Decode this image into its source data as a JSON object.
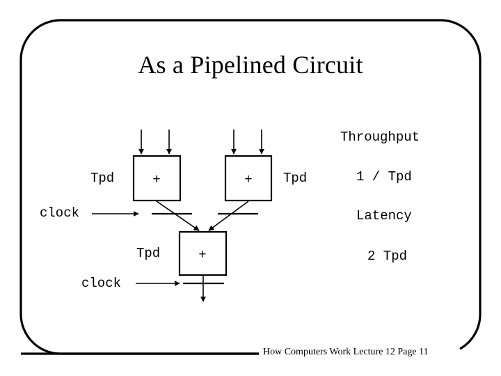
{
  "slide": {
    "title": "As a Pipelined Circuit",
    "footer": "How Computers Work Lecture 12 Page 11",
    "ink_color": "#000000",
    "background_color": "#ffffff"
  },
  "diagram": {
    "adder_symbol": "+",
    "stage1": {
      "left_adder_label": "+",
      "right_adder_label": "+",
      "delay_label_left": "Tpd",
      "delay_label_right": "Tpd",
      "clock_label": "clock"
    },
    "stage2": {
      "adder_label": "+",
      "delay_label": "Tpd",
      "clock_label": "clock"
    }
  },
  "metrics": {
    "throughput_title": "Throughput",
    "throughput_value": "1 / Tpd",
    "latency_title": "Latency",
    "latency_value": "2 Tpd"
  }
}
